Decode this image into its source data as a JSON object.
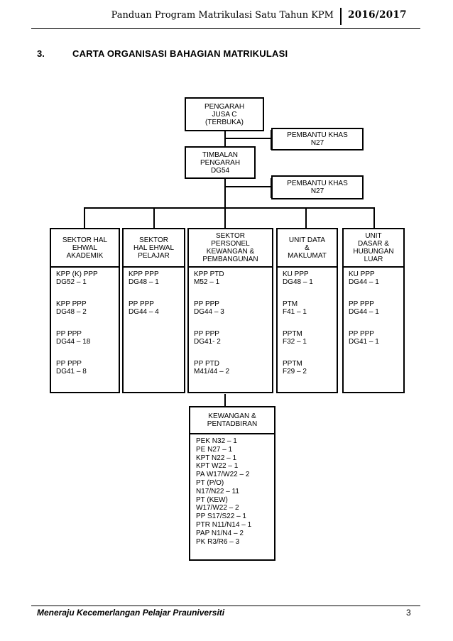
{
  "header": {
    "title": "Panduan Program Matrikulasi Satu Tahun KPM",
    "year": "2016/2017"
  },
  "section": {
    "number": "3.",
    "title": "CARTA ORGANISASI BAHAGIAN MATRIKULASI"
  },
  "chart": {
    "pengarah": "PENGARAH\nJUSA C\n(TERBUKA)",
    "pembantu_khas_1": "PEMBANTU KHAS\nN27",
    "timbalan": "TIMBALAN\nPENGARAH\nDG54",
    "pembantu_khas_2": "PEMBANTU KHAS\nN27",
    "columns": [
      {
        "head": "SEKTOR HAL\nEHWAL\nAKADEMIK",
        "entries": [
          "KPP (K) PPP\nDG52 – 1",
          "KPP PPP\nDG48 – 2",
          "PP PPP\nDG44 – 18",
          "PP PPP\nDG41 – 8"
        ]
      },
      {
        "head": "SEKTOR\nHAL EHWAL\nPELAJAR",
        "entries": [
          "KPP PPP\nDG48 – 1",
          "PP PPP\nDG44 – 4"
        ]
      },
      {
        "head": "SEKTOR\nPERSONEL\nKEWANGAN &\nPEMBANGUNAN",
        "entries": [
          "KPP PTD\nM52 – 1",
          "PP PPP\nDG44 – 3",
          "PP PPP\nDG41- 2",
          "PP PTD\nM41/44 – 2"
        ]
      },
      {
        "head": "UNIT DATA\n&\nMAKLUMAT",
        "entries": [
          "KU PPP\nDG48 – 1",
          "PTM\nF41 – 1",
          "PPTM\nF32 – 1",
          "PPTM\nF29 – 2"
        ]
      },
      {
        "head": "UNIT\nDASAR &\nHUBUNGAN\nLUAR",
        "entries": [
          "KU PPP\nDG44 – 1",
          "PP PPP\nDG44 – 1",
          "PP PPP\nDG41 – 1"
        ]
      }
    ],
    "kewangan": {
      "head": "KEWANGAN &\nPENTADBIRAN",
      "lines": [
        "PEK N32 – 1",
        "PE N27 – 1",
        "KPT N22 – 1",
        "KPT W22 – 1",
        "PA W17/W22 – 2",
        "PT (P/O)",
        "N17/N22 – 11",
        "PT (KEW)",
        "W17/W22 – 2",
        "PP S17/S22 – 1",
        "PTR N11/N14 – 1",
        "PAP N1/N4 – 2",
        "PK R3/R6 – 3"
      ]
    }
  },
  "footer": {
    "text": "Meneraju Kecemerlangan Pelajar Prauniversiti",
    "page": "3"
  }
}
